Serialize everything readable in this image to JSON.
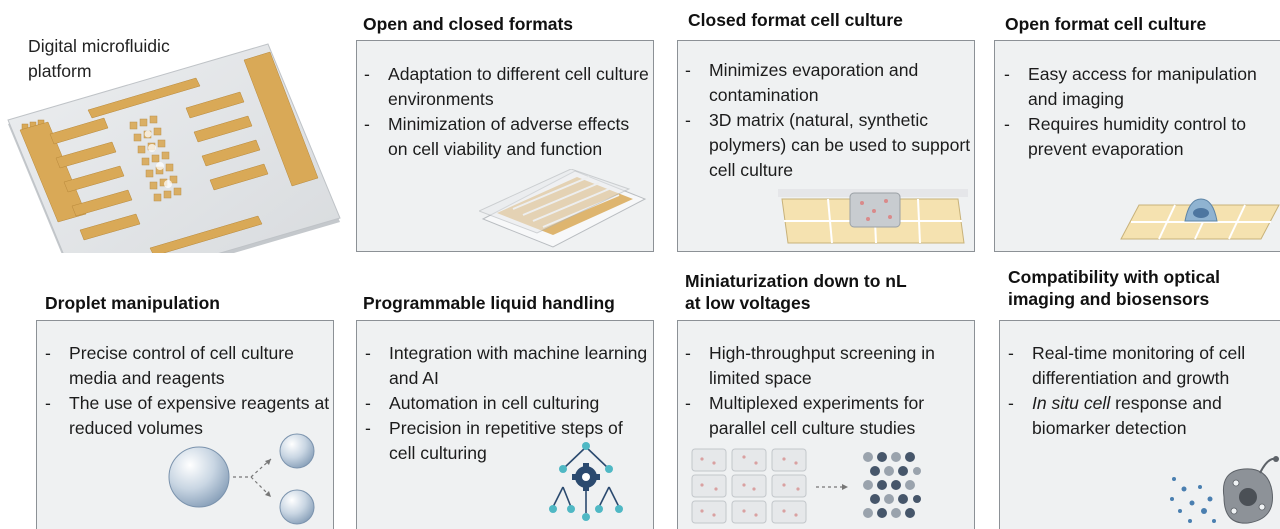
{
  "platform": {
    "label_line1": "Digital microfluidic",
    "label_line2": "platform"
  },
  "panels": [
    {
      "id": "open-closed",
      "title": "Open and closed formats",
      "items": [
        "Adaptation to different cell culture environments",
        "Minimization of adverse effects on cell viability and function"
      ]
    },
    {
      "id": "closed-format",
      "title": "Closed format cell culture",
      "items": [
        "Minimizes evaporation and contamination",
        "3D matrix (natural, synthetic polymers) can be used to support cell culture"
      ]
    },
    {
      "id": "open-format",
      "title": "Open format cell culture",
      "items": [
        "Easy access for manipulation and imaging",
        "Requires humidity control to prevent evaporation"
      ]
    },
    {
      "id": "droplet",
      "title": "Droplet manipulation",
      "items": [
        "Precise control of cell culture media and reagents",
        "The use of expensive reagents at reduced volumes"
      ]
    },
    {
      "id": "programmable",
      "title": "Programmable liquid handling",
      "items": [
        "Integration with machine learning and AI",
        "Automation in cell culturing",
        "Precision in repetitive steps of cell culturing"
      ]
    },
    {
      "id": "miniaturization",
      "title_line1": "Miniaturization down to nL",
      "title_line2": "at low voltages",
      "items": [
        "High-throughput screening in limited space",
        "Multiplexed experiments for parallel cell culture studies"
      ]
    },
    {
      "id": "compatibility",
      "title_line1": "Compatibility with optical",
      "title_line2": "imaging and biosensors",
      "items": [
        "Real-time monitoring of cell differentiation and growth"
      ],
      "item_italic_part": "In situ cell",
      "item_rest": " response and biomarker detection"
    }
  ],
  "colors": {
    "box_border": "#8c9196",
    "box_fill": "#eff1f2",
    "electrode": "#d9a957",
    "platform": "#e3e5e7"
  },
  "icons": [
    "platform-chip",
    "chip-stack",
    "closed-chamber",
    "open-droplet",
    "droplet-split",
    "decision-tree-gear",
    "well-grid",
    "dot-matrix",
    "cell-biosensor"
  ]
}
